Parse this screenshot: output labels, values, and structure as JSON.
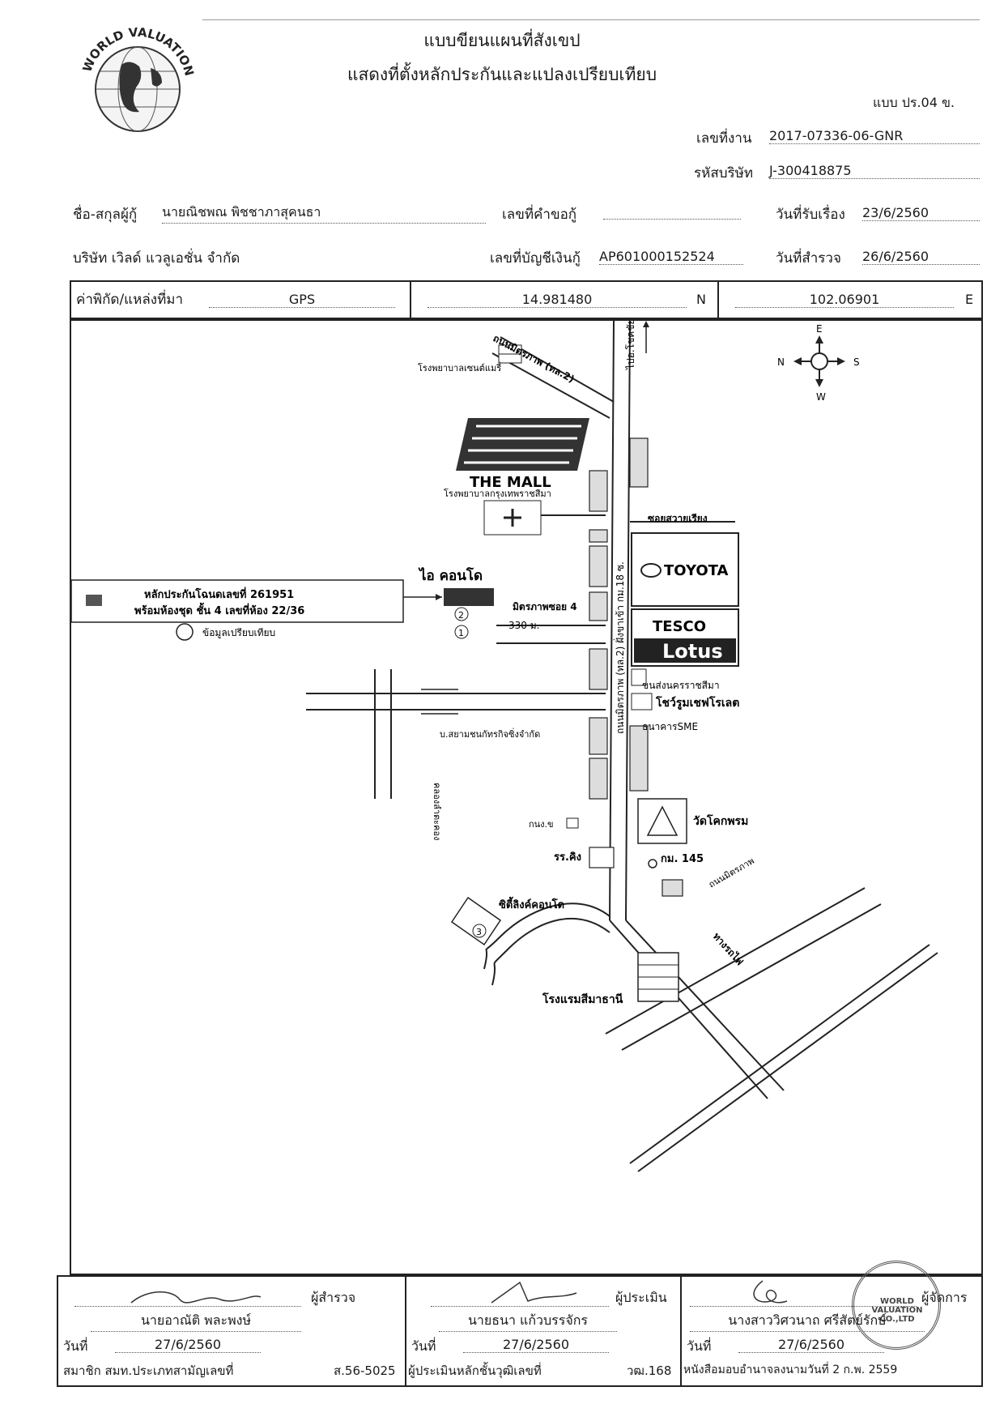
{
  "header": {
    "title_line1": "แบบขียนแผนที่สังเขป",
    "title_line2": "แสดงที่ตั้งหลักประกันและแปลงเปรียบเทียบ",
    "form_code": "แบบ ปร.04 ข.",
    "logo_text": "WORLD VALUATION"
  },
  "job": {
    "job_no_label": "เลขที่งาน",
    "job_no": "2017-07336-06-GNR",
    "company_code_label": "รหัสบริษัท",
    "company_code": "J-300418875"
  },
  "info": {
    "borrower_label": "ชื่อ-สกุลผู้กู้",
    "borrower": "นายณิชพณ พิชชาภาสุคนธา",
    "loan_request_label": "เลขที่คำขอกู้",
    "loan_request": "",
    "received_label": "วันที่รับเรื่อง",
    "received_date": "23/6/2560",
    "company_label": "บริษัท เวิลด์ แวลูเอชั่น จำกัด",
    "account_label": "เลขที่บัญชีเงินกู้",
    "account_no": "AP601000152524",
    "survey_label": "วันที่สำรวจ",
    "survey_date": "26/6/2560"
  },
  "coords": {
    "label": "ค่าพิกัด/แหล่งที่มา",
    "source": "GPS",
    "lat": "14.981480",
    "lat_dir": "N",
    "lon": "102.06901",
    "lon_dir": "E"
  },
  "map": {
    "compass": {
      "top": "E",
      "left": "N",
      "right": "S",
      "bottom": "W"
    },
    "road_top": "ถนนมิตรภาพ (ทล.2)",
    "to_khorat": "ไปอ.โชคชัย",
    "hospital_st": "โรงพยาบาลเซนต์แมรี่",
    "mall": "THE MALL",
    "hospital_bkk": "โรงพยาบาลกรุงเทพราชสีมา",
    "soi": "ซอยสวายเรียง",
    "toyota": "TOYOTA",
    "tesco": "TESCO",
    "lotus": "Lotus",
    "i_condo": "ไอ คอนโด",
    "mittraphap_soi4": "มิตรภาพซอย 4",
    "distance": "330 ม.",
    "main_road": "ถนนมิตรภาพ (ทล.2) ฝั่งขาเข้า กม.18 ซ.",
    "bus_terminal": "ขนส่งนครราชสีมา",
    "showroom": "โชว์รูมเชฟโรเลต",
    "sme_bank": "ธนาคารSME",
    "company_siam": "บ.สยามชนกัทรกิจซิ่งจำกัด",
    "canal": "คลองลำตะคอง",
    "wat": "วัดโคกพรม",
    "km145": "กม. 145",
    "school": "รร.คิง",
    "district_office": "กนง.ข",
    "city_link": "ซิตี้ลิงค์คอนโด",
    "hotel": "โรงแรมสีมาธานี",
    "rail": "ทางรถไฟ",
    "road_bottom": "ถนนมิตรภาพ",
    "legend_line1": "หลักประกันโฉนดเลขที่ 261951",
    "legend_line2": "พร้อมห้องชุด ชั้น 4 เลขที่ห้อง 22/36",
    "legend_compare": "ข้อมูลเปรียบเทียบ",
    "markers": [
      "1",
      "2",
      "3"
    ]
  },
  "signatures": {
    "surveyor_role": "ผู้สำรวจ",
    "surveyor_name": "นายอาณัติ พละพงษ์",
    "appraiser_role": "ผู้ประเมิน",
    "appraiser_name": "นายธนา แก้วบรรจักร",
    "manager_role": "ผู้จัดการ",
    "manager_name": "นางสาววิศวนาถ ศรีสัตย์รักษ์",
    "date_label": "วันที่",
    "date": "27/6/2560",
    "member_label": "สมาชิก สมท.ประเภทสามัญเลขที่",
    "member_no": "ส.56-5025",
    "appraiser_license_label": "ผู้ประเมินหลักชั้นวุฒิเลขที่",
    "appraiser_license_no": "วฒ.168",
    "authority_label": "หนังสือมอบอำนาจลงนามวันที่ 2 ก.พ. 2559",
    "stamp_text": "WORLD VALUATION CO.,LTD"
  }
}
